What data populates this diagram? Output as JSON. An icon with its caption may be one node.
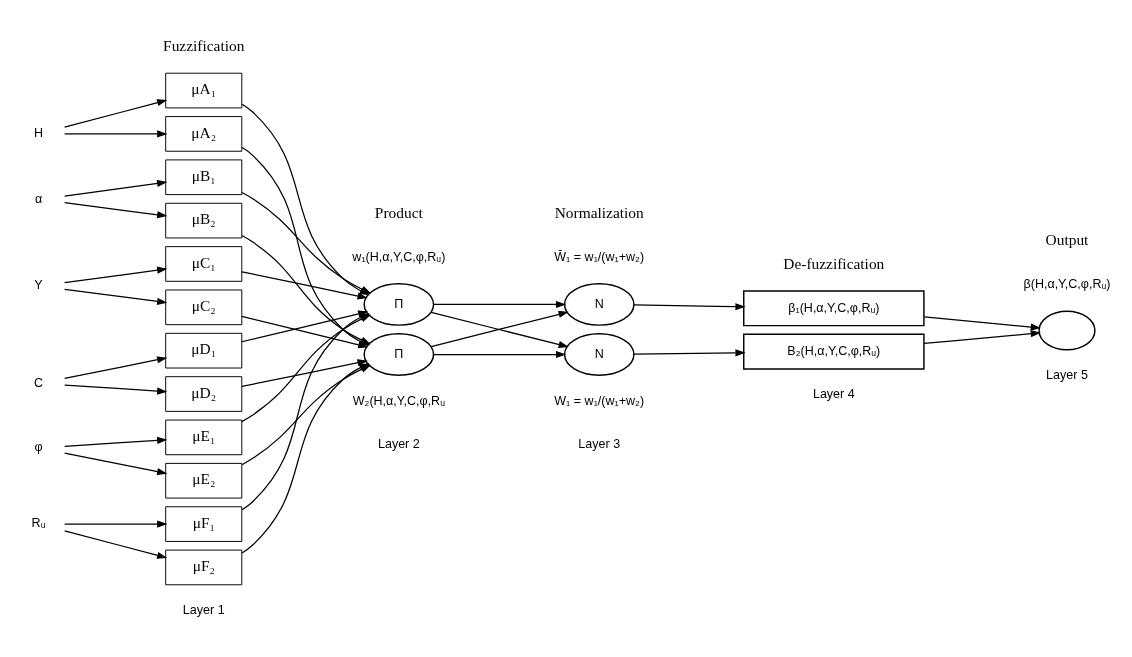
{
  "diagram": {
    "nodes": [
      {
        "text": [
          "H"
        ]
      },
      {
        "text": [
          "α"
        ]
      },
      {
        "text": [
          "Y"
        ]
      },
      {
        "text": [
          "C"
        ]
      },
      {
        "text": [
          "φ"
        ]
      },
      {
        "text": [
          "Rᵤ"
        ]
      },
      {
        "text": [
          "μA₁"
        ]
      },
      {
        "text": [
          "μA₂"
        ]
      },
      {
        "text": [
          "μB₁"
        ]
      },
      {
        "text": [
          "μB₂"
        ]
      },
      {
        "text": [
          "μC₁"
        ]
      },
      {
        "text": [
          "μC₂"
        ]
      },
      {
        "text": [
          "μD₁"
        ]
      },
      {
        "text": [
          "μD₂"
        ]
      },
      {
        "text": [
          "μE₁"
        ]
      },
      {
        "text": [
          "μE₂"
        ]
      },
      {
        "text": [
          "μF₁"
        ]
      },
      {
        "text": [
          "μF₂"
        ]
      },
      {
        "text": [
          "Π"
        ],
        "beside": [
          "w₁(H,α,Y,C,φ,Rᵤ)"
        ]
      },
      {
        "text": [
          "Π"
        ],
        "beside": [
          "W₂(H,α,Y,C,φ,Rᵤ"
        ]
      },
      {
        "text": [
          "N"
        ]
      },
      {
        "text": [
          "N"
        ]
      },
      {
        "text": [
          "β₁(H,α,Y,C,φ,Rᵤ)"
        ]
      },
      {
        "text": [
          "B₂(H,α,Y,C,φ,Rᵤ)"
        ]
      },
      {
        "text": [],
        "shape": "circle",
        "beside": [
          "β(H,α,Y,C,φ,Rᵤ)"
        ]
      }
    ],
    "edges": [
      {
        "from": 0,
        "to": 6,
        "arrow": "to"
      },
      {
        "from": 0,
        "to": 7,
        "arrow": "to"
      },
      {
        "from": 1,
        "to": 8,
        "arrow": "to"
      },
      {
        "from": 1,
        "to": 9,
        "arrow": "to"
      },
      {
        "from": 2,
        "to": 10,
        "arrow": "to"
      },
      {
        "from": 2,
        "to": 11,
        "arrow": "to"
      },
      {
        "from": 3,
        "to": 12,
        "arrow": "to"
      },
      {
        "from": 3,
        "to": 13,
        "arrow": "to"
      },
      {
        "from": 4,
        "to": 14,
        "arrow": "to"
      },
      {
        "from": 4,
        "to": 15,
        "arrow": "to"
      },
      {
        "from": 5,
        "to": 16,
        "arrow": "to"
      },
      {
        "from": 5,
        "to": 17,
        "arrow": "to"
      },
      {
        "from": 6,
        "to": 18,
        "arrow": "to"
      },
      {
        "from": 7,
        "to": 19,
        "arrow": "to"
      },
      {
        "from": 8,
        "to": 18,
        "arrow": "to"
      },
      {
        "from": 9,
        "to": 19,
        "arrow": "to"
      },
      {
        "from": 10,
        "to": 18,
        "arrow": "to"
      },
      {
        "from": 11,
        "to": 19,
        "arrow": "to"
      },
      {
        "from": 12,
        "to": 18,
        "arrow": "to"
      },
      {
        "from": 13,
        "to": 19,
        "arrow": "to"
      },
      {
        "from": 14,
        "to": 18,
        "arrow": "to"
      },
      {
        "from": 15,
        "to": 19,
        "arrow": "to"
      },
      {
        "from": 16,
        "to": 18,
        "arrow": "to"
      },
      {
        "from": 17,
        "to": 19,
        "arrow": "to"
      },
      {
        "from": 18,
        "to": 20,
        "arrow": "to"
      },
      {
        "from": 18,
        "to": 21,
        "arrow": "to"
      },
      {
        "from": 19,
        "to": 20,
        "arrow": "to"
      },
      {
        "from": 19,
        "to": 21,
        "arrow": "to"
      },
      {
        "from": 20,
        "to": 22,
        "arrow": "to"
      },
      {
        "from": 21,
        "to": 23,
        "arrow": "to"
      },
      {
        "from": 22,
        "to": 24,
        "arrow": "to"
      },
      {
        "from": 23,
        "to": 24,
        "arrow": "to"
      }
    ],
    "labels": [
      "Fuzzification",
      "Product",
      "Normalization",
      "De-fuzzification",
      "Output",
      "W̄₁ = w₁/(w₁+w₂)",
      "W₁ = w₁/(w₁+w₂)",
      "Layer 1",
      "Layer 2",
      "Layer 3",
      "Layer 4",
      "Layer 5"
    ]
  }
}
